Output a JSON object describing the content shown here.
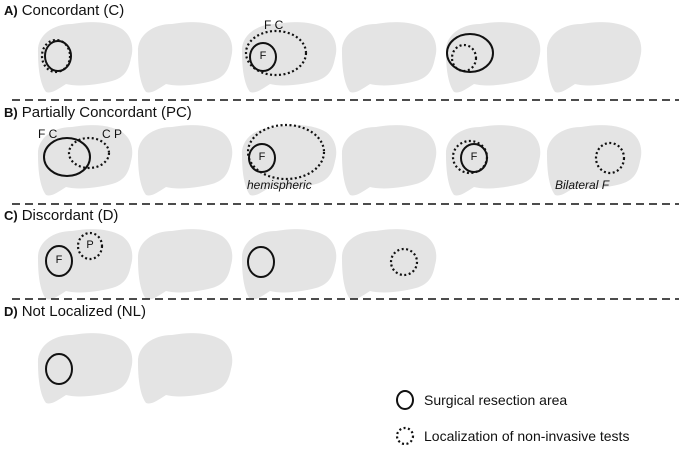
{
  "sections": [
    {
      "letter": "A)",
      "title": "Concordant (C)"
    },
    {
      "letter": "B)",
      "title": "Partially Concordant (PC)"
    },
    {
      "letter": "C)",
      "title": "Discordant (D)"
    },
    {
      "letter": "D)",
      "title": "Not Localized (NL)"
    }
  ],
  "annotations": {
    "a_fc": "F C",
    "a_f": "F",
    "b_fc": "F C",
    "b_cp": "C P",
    "b_f1": "F",
    "b_hemispheric": "hemispheric",
    "b_f2": "F",
    "b_bilateral": "Bilateral F",
    "c_f": "F",
    "c_p": "P"
  },
  "legend": {
    "solid": "Surgical resection area",
    "dotted": "Localization of non-invasive tests"
  },
  "colors": {
    "brain": "#e4e4e4",
    "line": "#111111"
  }
}
